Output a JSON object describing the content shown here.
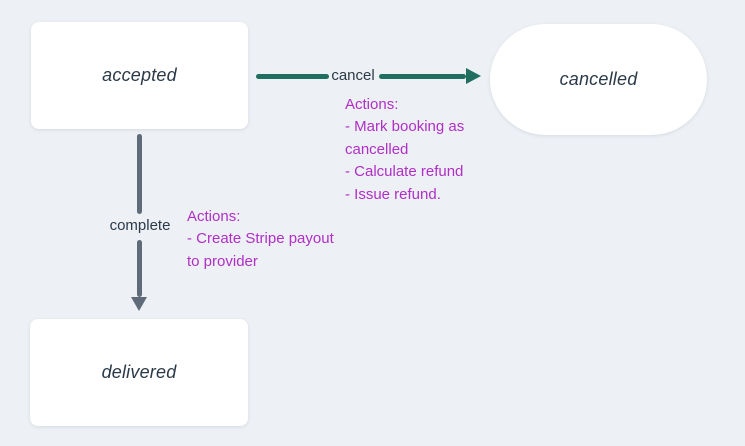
{
  "colors": {
    "page-bg": "#edf0f4",
    "node-bg": "#ffffff",
    "ink": "#2b3a48",
    "teal": "#206e5f",
    "slate": "#5f6b78",
    "magenta": "#b02fc7"
  },
  "diagram": {
    "nodes": [
      {
        "id": "accepted",
        "shape": "rectangle",
        "label": "accepted"
      },
      {
        "id": "cancelled",
        "shape": "stadium",
        "label": "cancelled"
      },
      {
        "id": "delivered",
        "shape": "rectangle",
        "label": "delivered"
      }
    ],
    "edges": [
      {
        "from": "accepted",
        "to": "cancelled",
        "label": "cancel",
        "color": "#206e5f",
        "actions": [
          "Actions:",
          "- Mark booking as",
          "cancelled",
          "- Calculate refund",
          "- Issue refund."
        ]
      },
      {
        "from": "accepted",
        "to": "delivered",
        "label": "complete",
        "color": "#5f6b78",
        "actions": [
          "Actions:",
          "- Create Stripe payout",
          "to provider"
        ]
      }
    ]
  }
}
